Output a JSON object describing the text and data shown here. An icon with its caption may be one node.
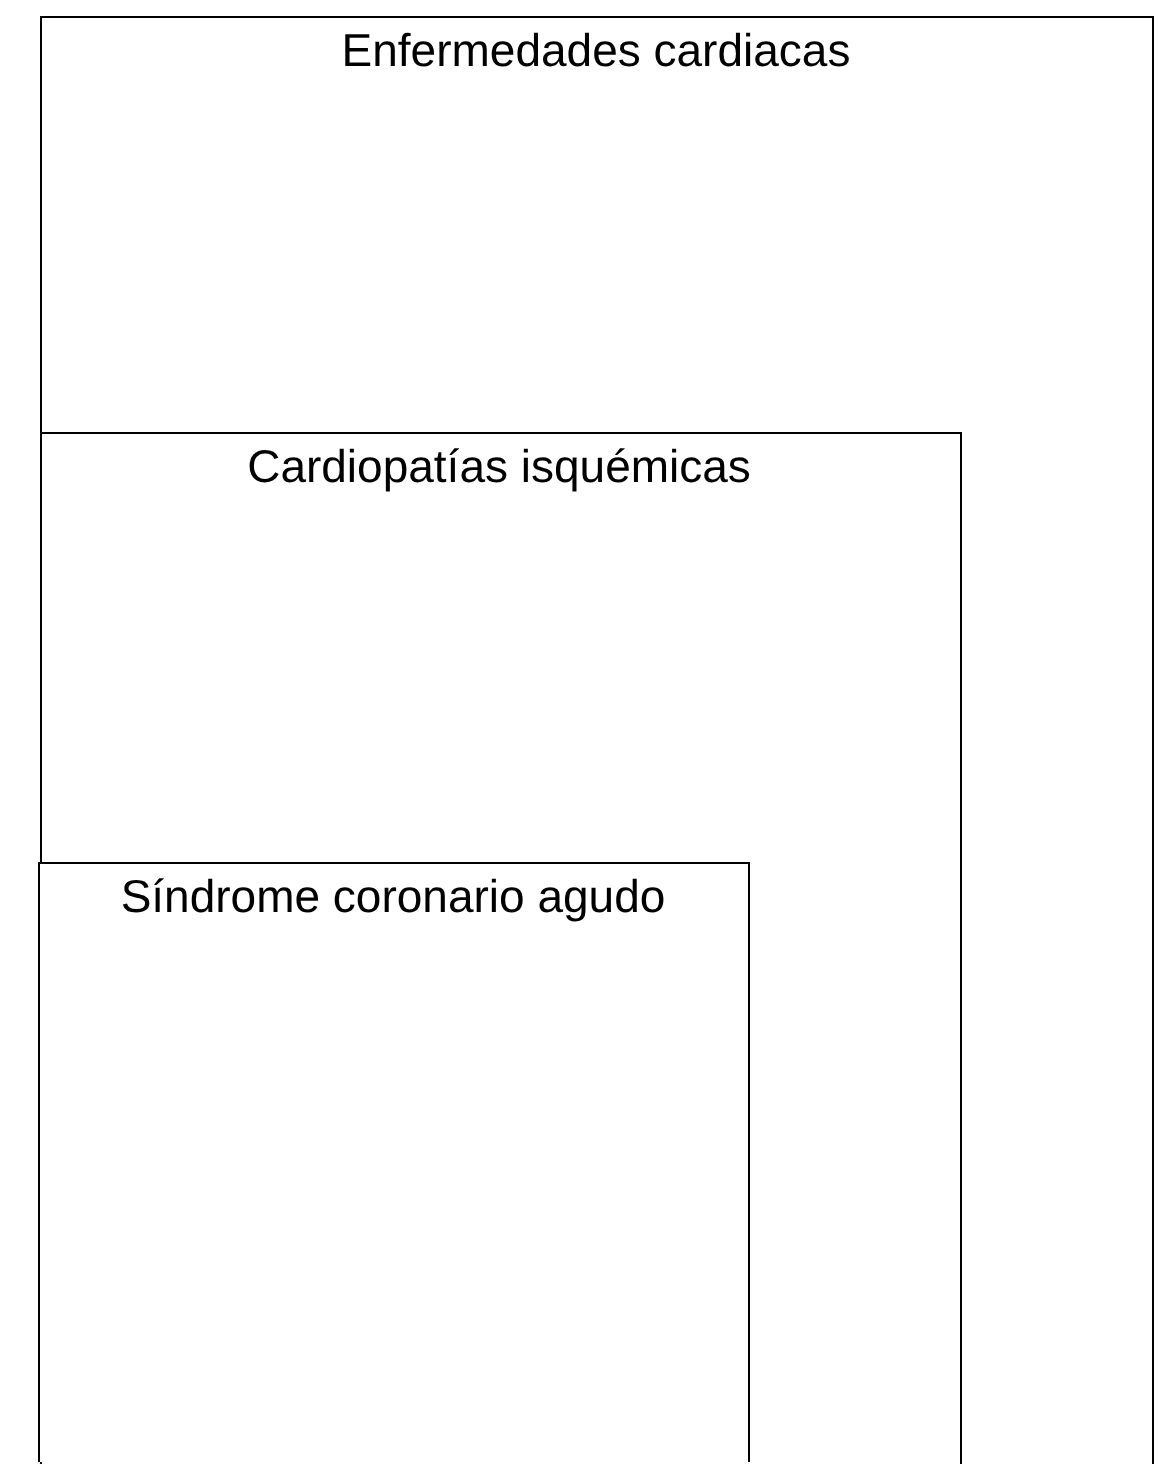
{
  "diagram": {
    "nodes": [
      {
        "text": [
          "Enfermedades cardiacas"
        ]
      },
      {
        "text": [
          "Cardiopatías isquémicas"
        ],
        "in": 0
      },
      {
        "text": [
          "Síndrome coronario agudo"
        ],
        "in": 1
      }
    ]
  }
}
